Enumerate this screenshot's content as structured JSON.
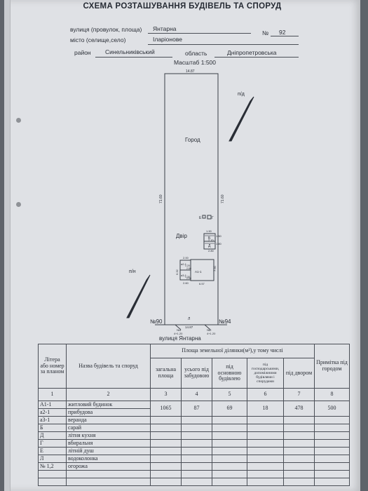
{
  "header": {
    "title": "СХЕМА РОЗТАШУВАННЯ БУДІВЕЛЬ ТА СПОРУД",
    "street_label": "вулиця (провулок, площа)",
    "street_value": "Янтарна",
    "number_label": "№",
    "number_value": "92",
    "town_label": "місто (селище,село)",
    "town_value": "Іларіонове",
    "district_label": "район",
    "district_value": "Синельниківський",
    "region_label": "область",
    "region_value": "Дніпропетровська",
    "scale": "Масштаб 1:500"
  },
  "plan": {
    "top_dim": "14.87",
    "left_dim": "71.60",
    "right_dim": "71.60",
    "bottom_dim": "14.87",
    "garden": "Город",
    "yard": "Двір",
    "north_east": "п/д",
    "north_west": "п/н",
    "neighbor_left": "№90",
    "neighbor_right": "№94",
    "street": "вулиця  Янтарна",
    "label_e": "Е",
    "label_g": "Г",
    "label_b": "Б",
    "label_d": "Д",
    "label_a1": "А1-1",
    "label_a2": "а2-1",
    "label_a3": "а3-1",
    "label_l": "Л",
    "dim_c1": "1.90",
    "dim_c2": "2.70",
    "dim_c3": "1.50",
    "dim_c4": "1.80",
    "dim_c5": "2.80",
    "dim_house_h": "7.90",
    "dim_house_w": "6.57",
    "dim_left_h": "6.32",
    "dim_a2_top": "2.00",
    "dim_a3_bottom": "2.60",
    "dim_a2_h": "2.80",
    "dim_a3_h": "2.90",
    "dim_a2_w": "1.20",
    "dim_a3_w": "1.30",
    "label_gate1": "№1",
    "label_gate2": "№2",
    "gate1_size": "4+1.20",
    "gate2_size": "4+1.20"
  },
  "table": {
    "col1": "Літера або номер за планом",
    "col2": "Назва будівель та споруд",
    "area_header": "Площа земельної ділянки(м²),у тому числі",
    "col_total": "загальна площа",
    "col_built": "усього під забудовою",
    "col_main": "під основною будівлею",
    "col_aux": "під господарськими, допоміжними будівлями і спорудами",
    "col_yard": "під двором",
    "col_note": "Примітка під городом",
    "nums": [
      "1",
      "2",
      "3",
      "4",
      "5",
      "6",
      "7",
      "8"
    ],
    "rows": [
      {
        "code": "А1-1",
        "name": "житловий будинок"
      },
      {
        "code": "а2-1",
        "name": "прибудова"
      },
      {
        "code": "а3-1",
        "name": "веранда"
      },
      {
        "code": "Б",
        "name": "сарай"
      },
      {
        "code": "Д",
        "name": "літня кухня"
      },
      {
        "code": "Г",
        "name": "вбиральня"
      },
      {
        "code": "Е",
        "name": "літній душ"
      },
      {
        "code": "Л",
        "name": "водоколонка"
      },
      {
        "code": "№ 1,2",
        "name": "огорожа"
      }
    ],
    "totals": {
      "total": "1065",
      "built": "87",
      "main": "69",
      "aux": "18",
      "yard": "478",
      "garden": "500"
    }
  }
}
